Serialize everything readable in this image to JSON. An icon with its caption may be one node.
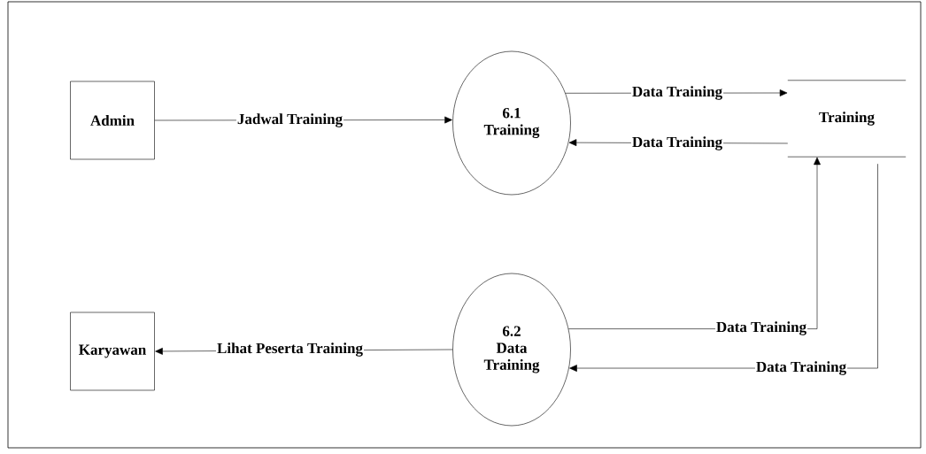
{
  "diagram": {
    "nodes": [
      {
        "text": [
          "Admin"
        ]
      },
      {
        "text": [
          "6.1",
          "Training"
        ]
      },
      {
        "text": [
          "Training"
        ]
      },
      {
        "text": [
          "Karyawan"
        ]
      },
      {
        "text": [
          "6.2",
          "Data Training"
        ]
      }
    ],
    "edges": [
      {
        "from": 0,
        "to": 1,
        "arrow": "to",
        "label": "Jadwal Training"
      },
      {
        "from": 1,
        "to": 2,
        "arrow": "to",
        "label": "Data Training"
      },
      {
        "from": 2,
        "to": 1,
        "arrow": "to",
        "label": "Data Training"
      },
      {
        "from": 4,
        "to": 2,
        "arrow": "to",
        "label": "Data Training"
      },
      {
        "from": 2,
        "to": 4,
        "arrow": "to",
        "label": "Data Training"
      },
      {
        "from": 4,
        "to": 3,
        "arrow": "to",
        "label": "Lihat Peserta Training"
      }
    ]
  }
}
